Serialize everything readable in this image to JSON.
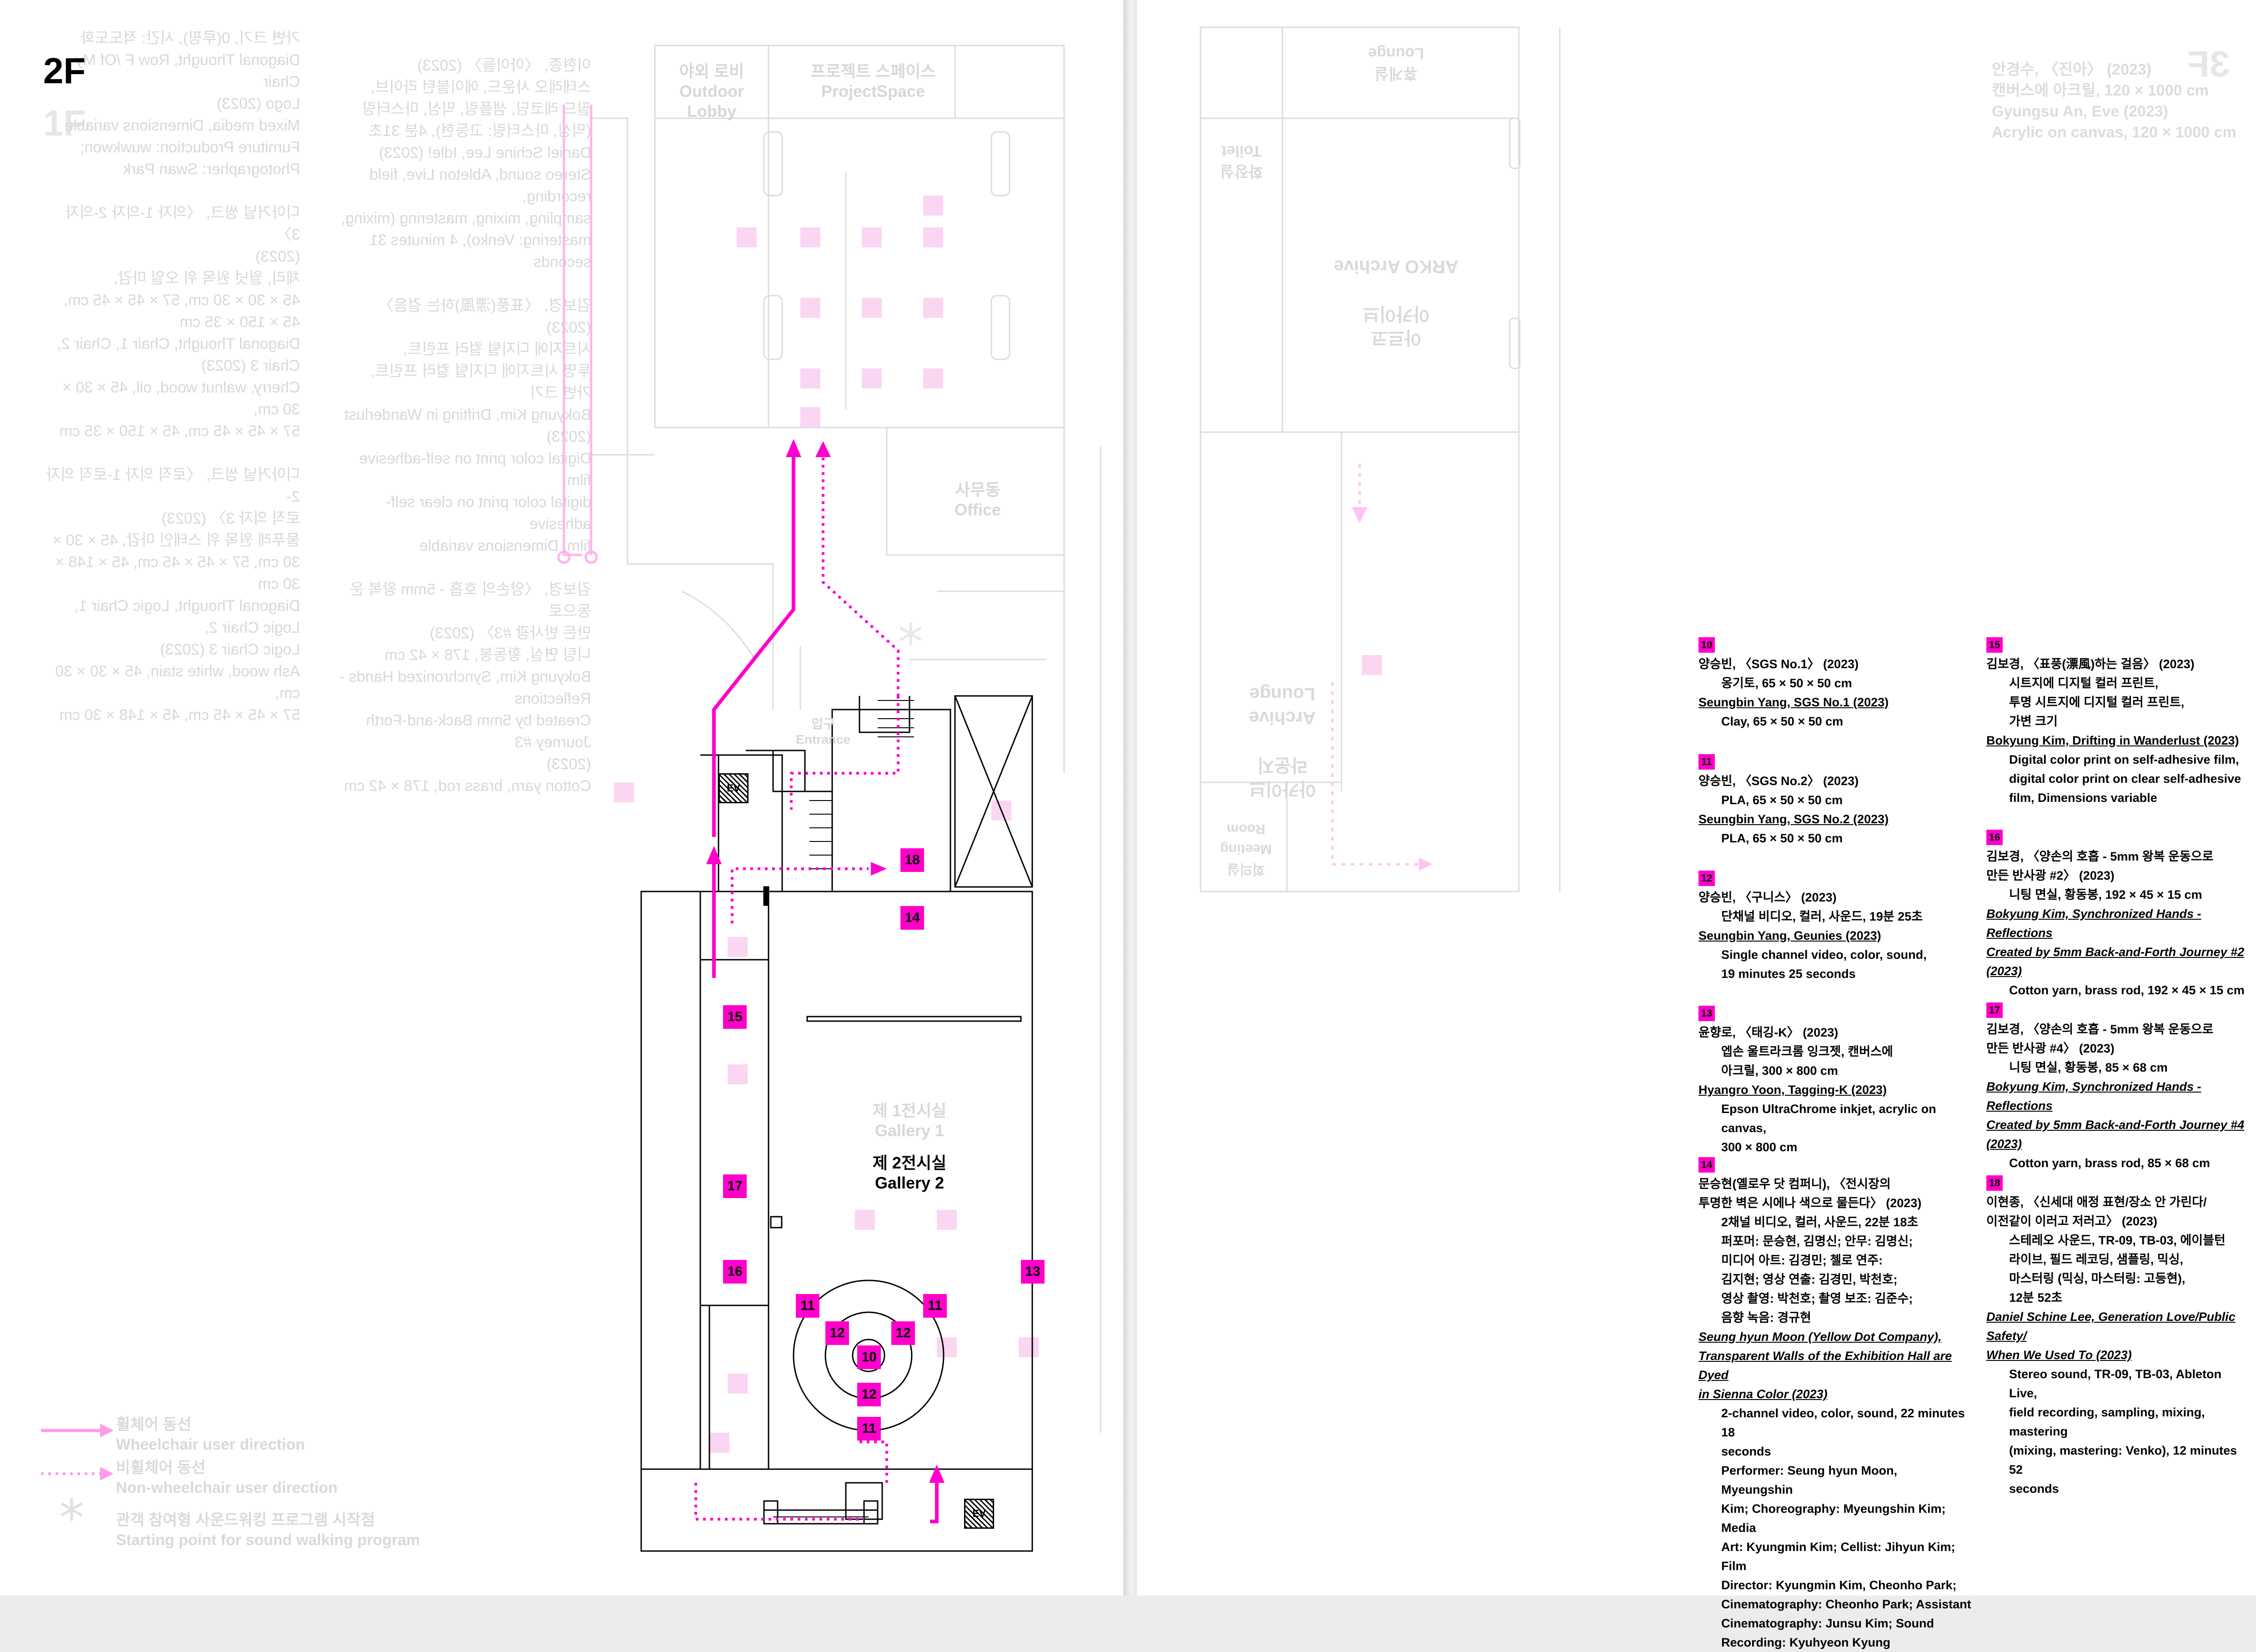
{
  "left_page": {
    "floor_labels": [
      "2F",
      "1F"
    ],
    "rooms": {
      "outdoor_lobby": {
        "kr": "야외 로비",
        "en": "Outdoor Lobby"
      },
      "project_space": {
        "kr": "프로젝트 스페이스",
        "en": "ProjectSpace"
      },
      "office": {
        "kr": "사무동",
        "en": "Office"
      },
      "entrance": {
        "kr": "입구",
        "en": "Entrance"
      },
      "gallery1": {
        "kr": "제 1전시실",
        "en": "Gallery 1"
      },
      "gallery2": {
        "kr": "제 2전시실",
        "en": "Gallery 2"
      },
      "ev_label": "EV"
    },
    "plan_numbers": {
      "n18": "18",
      "n14": "14",
      "n15": "15",
      "n17": "17",
      "n16": "16",
      "n13": "13",
      "n11a": "11",
      "n11b": "11",
      "n11c": "11",
      "n12a": "12",
      "n12b": "12",
      "n12c": "12",
      "n10": "10"
    },
    "legend": {
      "wheelchair_kr": "휠체어 동선",
      "wheelchair_en": "Wheelchair user direction",
      "nonwheelchair_kr": "비휠체어 동선",
      "nonwheelchair_en": "Non-wheelchair user direction",
      "star_kr": "관객 참여형 사운드워킹 프로그램 시작점",
      "star_en": "Starting point for sound walking program"
    }
  },
  "right_page": {
    "rooms": {
      "lounge": {
        "kr": "휴게실",
        "en": "Lounge"
      },
      "toilet": {
        "kr": "화장실",
        "en": "Toilet"
      },
      "archive": {
        "kr": "아르코\n아카이브",
        "en": "ARKO Archive"
      },
      "archive_lounge": {
        "kr": "아카이브\n라운지",
        "en": "Archive Lounge"
      },
      "meeting": {
        "kr": "회의실",
        "en": "Meeting Room"
      }
    },
    "floor_label": "3F",
    "top_ghost": "안경수, 〈진아〉 (2023)\n캔버스에 아크릴, 120 × 1000 cm\nGyungsu An, Eve (2023)\nAcrylic on canvas, 120 × 1000 cm",
    "entries": [
      {
        "num": "10",
        "kr": "양승빈, 〈SGS No.1〉 (2023)",
        "kr_detail": "옹기토, 65 × 50 × 50 cm",
        "en": "Seungbin Yang, SGS No.1 (2023)",
        "en_detail": "Clay, 65 × 50 × 50 cm"
      },
      {
        "num": "11",
        "kr": "양승빈, 〈SGS No.2〉 (2023)",
        "kr_detail": "PLA, 65 × 50 × 50 cm",
        "en": "Seungbin Yang, SGS No.2 (2023)",
        "en_detail": "PLA, 65 × 50 × 50 cm"
      },
      {
        "num": "12",
        "kr": "양승빈, 〈구니스〉 (2023)",
        "kr_detail": "단채널 비디오, 컬러, 사운드, 19분 25초",
        "en": "Seungbin Yang, Geunies (2023)",
        "en_detail": "Single channel video, color, sound,\n19 minutes 25 seconds"
      },
      {
        "num": "13",
        "kr": "윤향로, 〈태깅-K〉 (2023)",
        "kr_detail": "엡손 울트라크롬 잉크젯, 캔버스에\n아크릴, 300 × 800 cm",
        "en": "Hyangro Yoon, Tagging-K (2023)",
        "en_detail": "Epson UltraChrome inkjet, acrylic on canvas,\n300 × 800 cm"
      },
      {
        "num": "14",
        "kr": "문승현(옐로우 닷 컴퍼니), 〈전시장의\n투명한 벽은 시에나 색으로 물든다〉 (2023)",
        "kr_detail": "2채널 비디오, 컬러, 사운드, 22분 18초\n퍼포머: 문승현, 김명신; 안무: 김명신;\n미디어 아트: 김경민; 첼로 연주:\n김지현; 영상 연출: 김경민, 박천호;\n영상 촬영: 박천호; 촬영 보조: 김준수;\n음향 녹음: 경규현",
        "en": "Seung hyun Moon (Yellow Dot Company),\nTransparent Walls of the Exhibition Hall are Dyed\nin Sienna Color (2023)",
        "en_detail": "2-channel video, color, sound, 22 minutes 18\nseconds\nPerformer: Seung hyun Moon, Myeungshin\nKim; Choreography: Myeungshin Kim; Media\nArt: Kyungmin Kim; Cellist: Jihyun Kim; Film\nDirector: Kyungmin Kim, Cheonho Park;\nCinematography: Cheonho Park; Assistant\nCinematography: Junsu Kim; Sound\nRecording: Kyuhyeon Kyung"
      },
      {
        "num": "15",
        "kr": "김보경, 〈표풍(漂風)하는 걸음〉 (2023)",
        "kr_detail": "시트지에 디지털 컬러 프린트,\n투명 시트지에 디지털 컬러 프린트,\n가변 크기",
        "en": "Bokyung Kim, Drifting in Wanderlust (2023)",
        "en_detail": "Digital color print on self-adhesive film,\ndigital color print on clear self-adhesive\nfilm, Dimensions variable"
      },
      {
        "num": "16",
        "kr": "김보경, 〈양손의 호흡 - 5mm 왕복 운동으로\n만든 반사광 #2〉 (2023)",
        "kr_detail": "니팅 면실, 황동봉, 192 × 45 × 15 cm",
        "en": "Bokyung Kim, Synchronized Hands - Reflections\nCreated by 5mm Back-and-Forth Journey #2\n(2023)",
        "en_detail": "Cotton yarn, brass rod, 192 × 45 × 15 cm"
      },
      {
        "num": "17",
        "kr": "김보경, 〈양손의 호흡 - 5mm 왕복 운동으로\n만든 반사광 #4〉 (2023)",
        "kr_detail": "니팅 면실, 황동봉, 85 × 68 cm",
        "en": "Bokyung Kim, Synchronized Hands - Reflections\nCreated by 5mm Back-and-Forth Journey #4\n(2023)",
        "en_detail": "Cotton yarn, brass rod, 85 × 68 cm"
      },
      {
        "num": "18",
        "kr": "이현종, 〈신세대 애정 표현/장소 안 가린다/\n이전같이 이러고 저러고〉 (2023)",
        "kr_detail": "스테레오 사운드, TR-09, TB-03, 에이블턴\n라이브, 필드 레코딩, 샘플링, 믹싱,\n마스터링 (믹싱, 마스터링: 고등현),\n12분 52초",
        "en": "Daniel Schine Lee, Generation Love/Public Safety/\nWhen We Used To (2023)",
        "en_detail": "Stereo sound, TR-09, TB-03, Ableton Live,\nfield recording, sampling, mixing, mastering\n(mixing, mastering: Venko), 12 minutes 52\nseconds"
      }
    ]
  },
  "ghost_text": {
    "col1": "가변 크기, 0(루핑), 시간: 적도도화\nDiagonal Thought, Row F /Of My Chair\nLogo (2023)\nMixed media, Dimensions variable\nFurniture Production: wuwkwon;\nPhotographer: Swan Park\n\n디아거널 씽크, 〈의자 1-의자 2-의자 3〉\n(2023)\n체리, 월넛 원목 위 오일 마감,\n45 × 30 × 30 cm, 57 × 45 × 45 cm,\n45 × 150 × 35 cm\nDiagonal Thought, Chair 1, Chair 2, Chair 3 (2023)\nCherry, walnut wood, oil, 45 × 30 × 30 cm,\n57 × 45 × 45 cm, 45 × 150 × 35 cm\n\n디아거널 씽크, 〈로직 의자 1-로직 의자 2-\n로직 의자 3〉 (2023)\n물푸레 원목 위 스테인 마감, 45 × 30 ×\n30 cm, 57 × 45 × 45 cm, 45 × 148 × 30 cm\nDiagonal Thought, Logic Chair 1, Logic Chair 2,\nLogic Chair 3 (2023)\nAsh wood, white stain, 45 × 30 × 30 cm,\n57 × 45 × 45 cm, 45 × 148 × 30 cm",
    "col2": "이현종, 〈아이들〉 (2023)\n스테레오 사운드, 에이블턴 라이브,\n필드 레코딩, 샘플링, 믹싱, 마스터링\n(믹싱, 마스터링: 고등현), 4분 31초\nDaniel Schine Lee, Idle! (2023)\nStereo sound, Ableton Live, field recording,\nsampling, mixing, mastering (mixing,\nmastering: Venko), 4 minutes 31 seconds\n\n김보경, 〈표풍(漂風)하는 걸음〉 (2023)\n시트지에 디지털 컬러 프린트,\n투명 시트지에 디지털 컬러 프린트,\n가변 크기\nBokyung Kim, Drifting in Wanderlust (2023)\nDigital color print on self-adhesive film,\ndigital color print on clear self-adhesive\nfilm, Dimensions variable\n\n김보경, 〈양손의 호흡 - 5mm 왕복 운동으로\n만든 반사광 #3〉 (2023)\n니팅 면실, 황동봉, 178 × 42 cm\nBokyung Kim, Synchronized Hands - Reflections\nCreated by 5mm Back-and-Forth Journey #3\n(2023)\nCotton yarn, brass rod, 178 × 42 cm"
  }
}
